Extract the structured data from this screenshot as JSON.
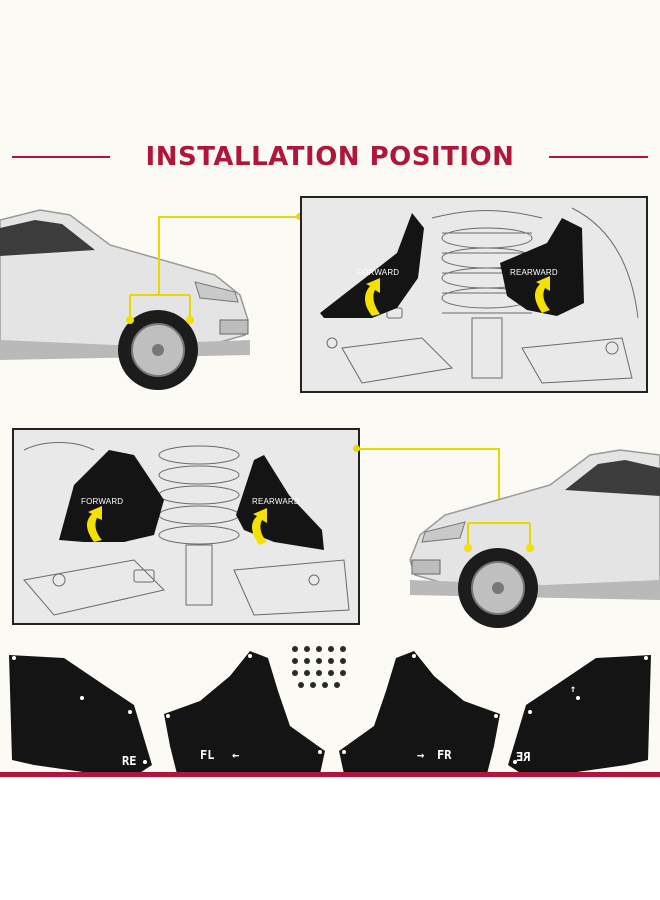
{
  "header": {
    "title": "INSTALLATION POSITION"
  },
  "top_panel": {
    "forward_label": "FORWARD",
    "rearward_label": "REARWARD"
  },
  "mid_panel": {
    "forward_label": "FORWARD",
    "rearward_label": "REARWARD"
  },
  "parts": {
    "rear_left_mark": "RE",
    "front_left_mark": "FL",
    "front_right_mark": "FR",
    "rear_right_mark": "RE"
  },
  "colors": {
    "accent": "#b0163a",
    "guide_line": "#e7d800",
    "arrow": "#f4e100",
    "shield": "#141414"
  }
}
